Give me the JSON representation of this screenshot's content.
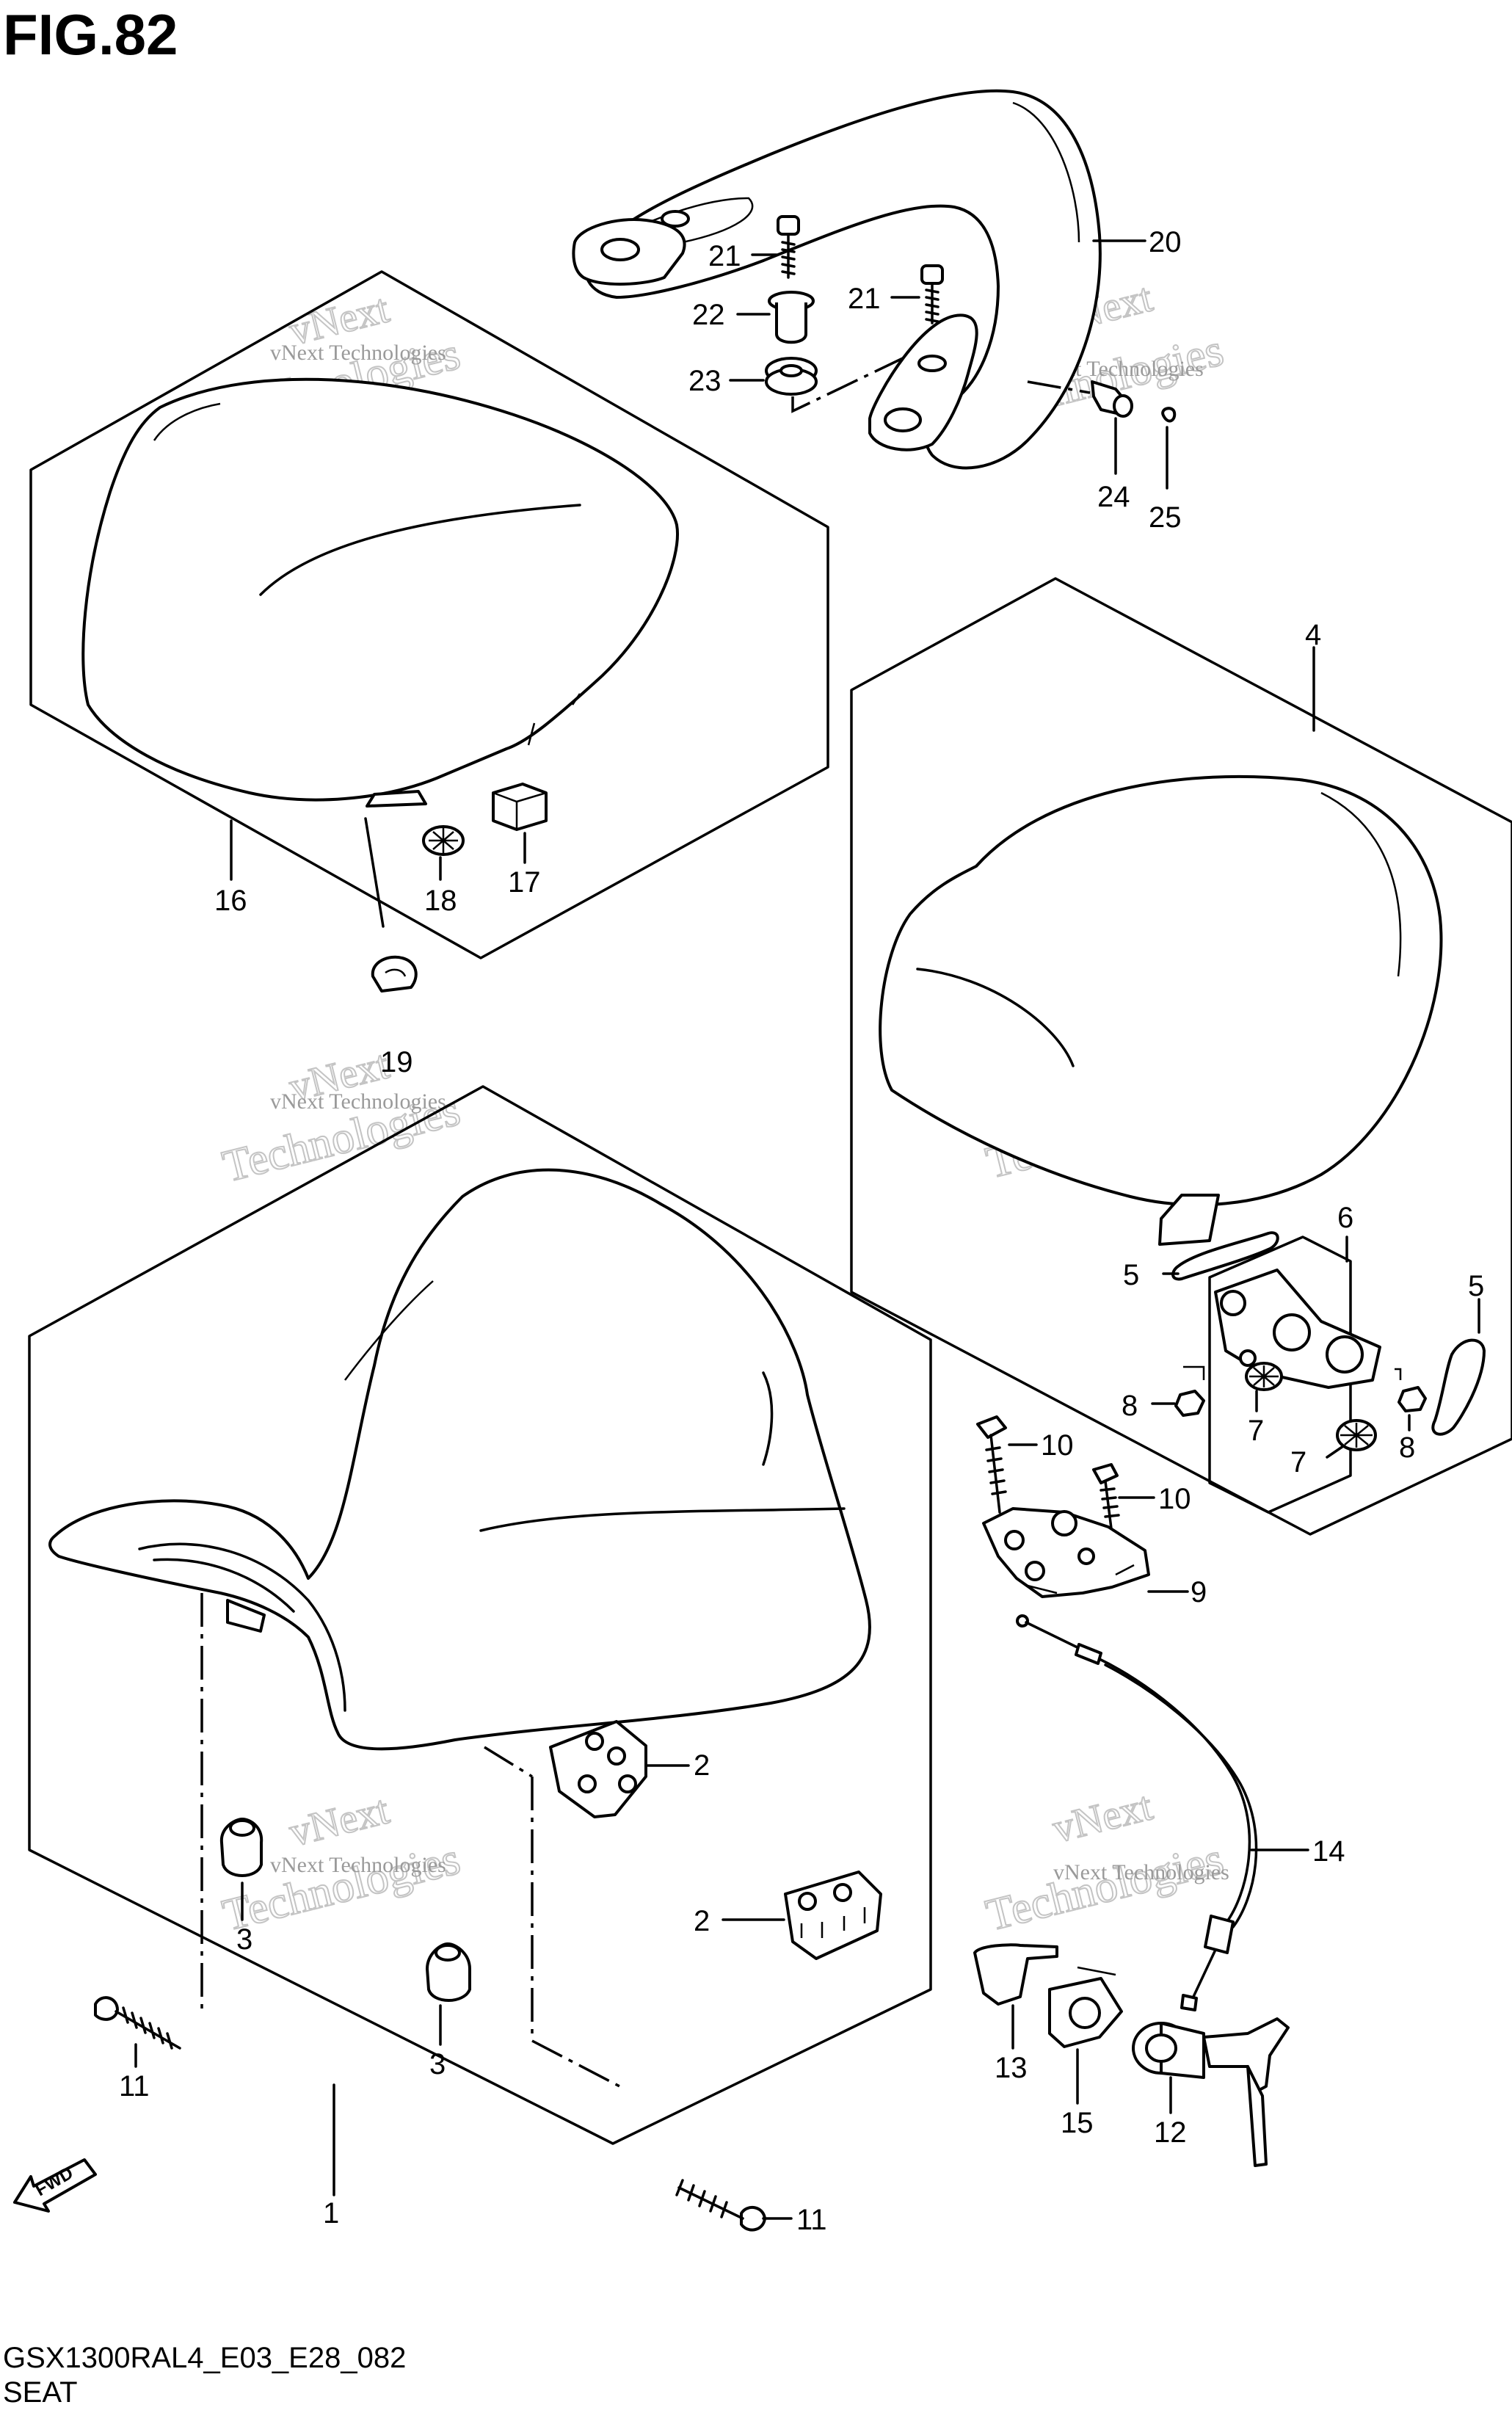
{
  "figure": {
    "title": "FIG.82",
    "code": "GSX1300RAL4_E03_E28_082",
    "name": "SEAT"
  },
  "watermark": {
    "line1": "vNext Technologies",
    "line2": "vNext",
    "line3": "Technologies"
  },
  "direction_arrow": "FWD",
  "callouts": [
    {
      "id": "1",
      "label": "1"
    },
    {
      "id": "2a",
      "label": "2"
    },
    {
      "id": "2b",
      "label": "2"
    },
    {
      "id": "3a",
      "label": "3"
    },
    {
      "id": "3b",
      "label": "3"
    },
    {
      "id": "4",
      "label": "4"
    },
    {
      "id": "5a",
      "label": "5"
    },
    {
      "id": "5b",
      "label": "5"
    },
    {
      "id": "6",
      "label": "6"
    },
    {
      "id": "7a",
      "label": "7"
    },
    {
      "id": "7b",
      "label": "7"
    },
    {
      "id": "8a",
      "label": "8"
    },
    {
      "id": "8b",
      "label": "8"
    },
    {
      "id": "9",
      "label": "9"
    },
    {
      "id": "10a",
      "label": "10"
    },
    {
      "id": "10b",
      "label": "10"
    },
    {
      "id": "11a",
      "label": "11"
    },
    {
      "id": "11b",
      "label": "11"
    },
    {
      "id": "12",
      "label": "12"
    },
    {
      "id": "13",
      "label": "13"
    },
    {
      "id": "14",
      "label": "14"
    },
    {
      "id": "15",
      "label": "15"
    },
    {
      "id": "16",
      "label": "16"
    },
    {
      "id": "17",
      "label": "17"
    },
    {
      "id": "18",
      "label": "18"
    },
    {
      "id": "19",
      "label": "19"
    },
    {
      "id": "20",
      "label": "20"
    },
    {
      "id": "21a",
      "label": "21"
    },
    {
      "id": "21b",
      "label": "21"
    },
    {
      "id": "22",
      "label": "22"
    },
    {
      "id": "23",
      "label": "23"
    },
    {
      "id": "24",
      "label": "24"
    },
    {
      "id": "25",
      "label": "25"
    }
  ]
}
